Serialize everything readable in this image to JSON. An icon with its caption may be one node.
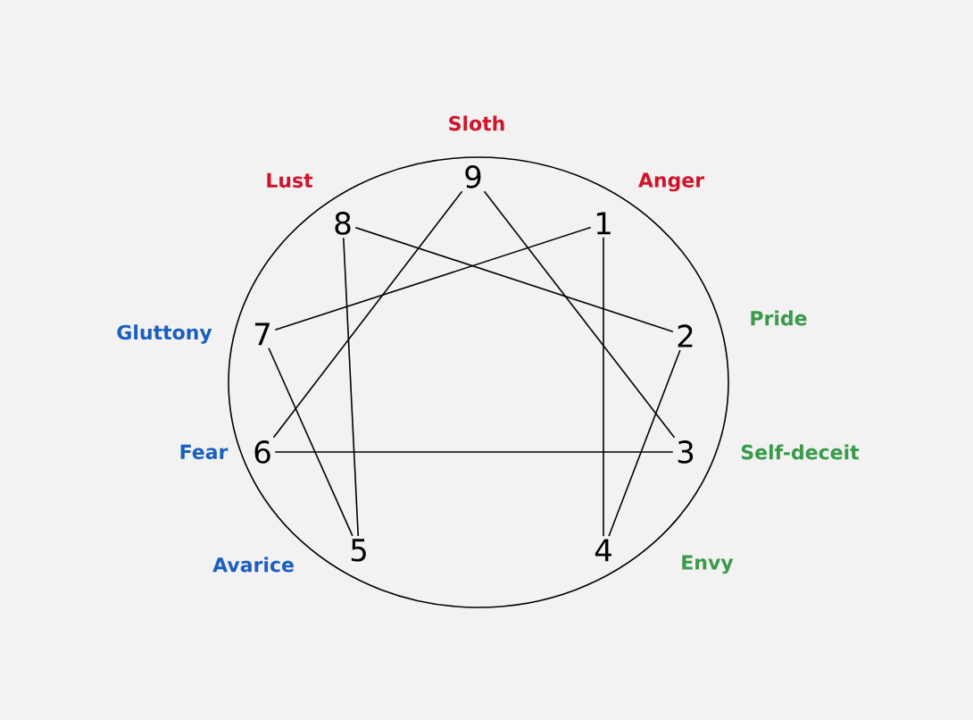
{
  "diagram": {
    "nodes": [
      {
        "text": [
          "1"
        ],
        "beside": [
          "Anger"
        ]
      },
      {
        "text": [
          "2"
        ],
        "beside": [
          "Pride"
        ]
      },
      {
        "text": [
          "3"
        ],
        "beside": [
          "Self-deceit"
        ]
      },
      {
        "text": [
          "4"
        ],
        "beside": [
          "Envy"
        ]
      },
      {
        "text": [
          "5"
        ],
        "beside": [
          "Avarice"
        ]
      },
      {
        "text": [
          "6"
        ],
        "beside": [
          "Fear"
        ]
      },
      {
        "text": [
          "7"
        ],
        "beside": [
          "Gluttony"
        ]
      },
      {
        "text": [
          "8"
        ],
        "beside": [
          "Lust"
        ]
      },
      {
        "text": [
          "9"
        ],
        "beside": [
          "Sloth"
        ]
      }
    ],
    "edges": [
      {
        "from": 8,
        "to": 2,
        "arrow": "none"
      },
      {
        "from": 2,
        "to": 5,
        "arrow": "none"
      },
      {
        "from": 5,
        "to": 8,
        "arrow": "none"
      },
      {
        "from": 0,
        "to": 3,
        "arrow": "none"
      },
      {
        "from": 3,
        "to": 1,
        "arrow": "none"
      },
      {
        "from": 1,
        "to": 7,
        "arrow": "none"
      },
      {
        "from": 7,
        "to": 4,
        "arrow": "none"
      },
      {
        "from": 4,
        "to": 6,
        "arrow": "none"
      },
      {
        "from": 6,
        "to": 0,
        "arrow": "none"
      }
    ]
  }
}
